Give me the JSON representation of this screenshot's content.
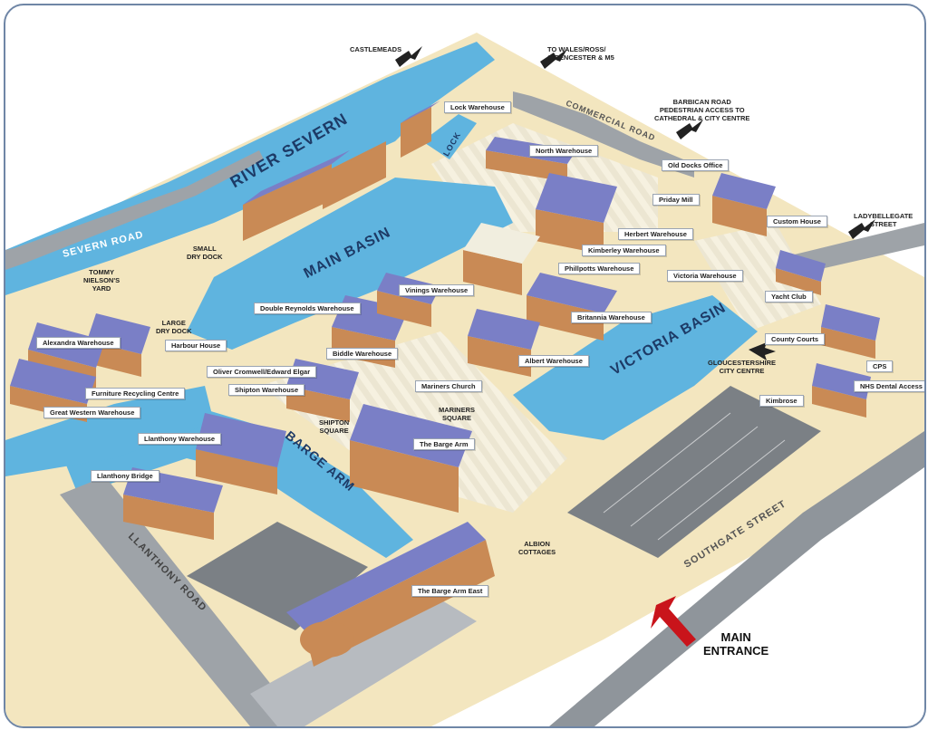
{
  "colors": {
    "water": "#5fb4df",
    "land": "#f3e6bf",
    "road": "#9ea3a8",
    "roof": "#7a7fc6",
    "brick": "#c98a55",
    "arrow_main": "#c9141b"
  },
  "directions": {
    "castlemeads": "CASTLEMEADS",
    "wales": "TO WALES/ROSS/\nCIRENCESTER & M5",
    "barbican": "BARBICAN ROAD\nPEDESTRIAN ACCESS TO\nCATHEDRAL & CITY CENTRE",
    "ladybellegate": "LADYBELLEGATE\nSTREET",
    "gloucestershire": "GLOUCESTERSHIRE\nCITY CENTRE",
    "main_entrance": "MAIN\nENTRANCE"
  },
  "water": {
    "river_severn": "RIVER SEVERN",
    "main_basin": "MAIN BASIN",
    "victoria_basin": "VICTORIA BASIN",
    "barge_arm": "BARGE ARM",
    "lock": "LOCK"
  },
  "roads": {
    "severn_road": "SEVERN ROAD",
    "commercial_road": "COMMERCIAL ROAD",
    "llanthony_road": "LLANTHONY ROAD",
    "southgate_street": "SOUTHGATE STREET"
  },
  "places": {
    "small_dry_dock": "SMALL\nDRY DOCK",
    "tommy_nielsons_yard": "TOMMY\nNIELSON'S\nYARD",
    "large_dry_dock": "LARGE\nDRY DOCK",
    "shipton_square": "SHIPTON\nSQUARE",
    "mariners_square": "MARINERS\nSQUARE",
    "albion_cottages": "ALBION\nCOTTAGES"
  },
  "buildings": {
    "lock_warehouse": "Lock Warehouse",
    "north_warehouse": "North Warehouse",
    "old_docks_office": "Old Docks Office",
    "priday_mill": "Priday Mill",
    "custom_house": "Custom House",
    "herbert_warehouse": "Herbert Warehouse",
    "kimberley_warehouse": "Kimberley Warehouse",
    "phillpotts_warehouse": "Phillpotts Warehouse",
    "victoria_warehouse": "Victoria Warehouse",
    "yacht_club": "Yacht Club",
    "vinings_warehouse": "Vinings Warehouse",
    "double_reynolds_warehouse": "Double Reynolds Warehouse",
    "britannia_warehouse": "Britannia Warehouse",
    "county_courts": "County Courts",
    "alexandra_warehouse": "Alexandra Warehouse",
    "harbour_house": "Harbour House",
    "biddle_warehouse": "Biddle Warehouse",
    "albert_warehouse": "Albert Warehouse",
    "cps": "CPS",
    "oliver_cromwell": "Oliver Cromwell/Edward Elgar",
    "nhs_dental_access": "NHS Dental Access",
    "furniture_recycling": "Furniture Recycling Centre",
    "shipton_warehouse": "Shipton Warehouse",
    "mariners_church": "Mariners Church",
    "kimbrose": "Kimbrose",
    "great_western_warehouse": "Great Western Warehouse",
    "llanthony_warehouse": "Llanthony Warehouse",
    "the_barge_arm": "The Barge Arm",
    "llanthony_bridge": "Llanthony Bridge",
    "the_barge_arm_east": "The Barge Arm East"
  }
}
